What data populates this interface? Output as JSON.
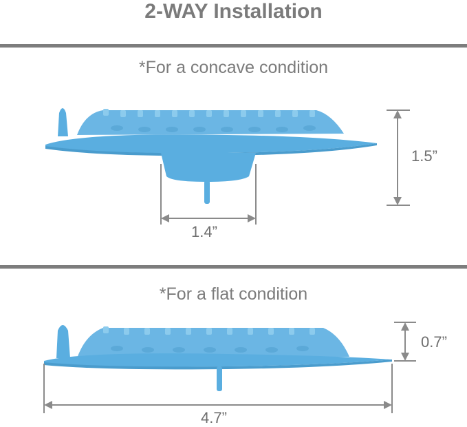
{
  "header": {
    "title": "2-WAY Installation"
  },
  "sections": [
    {
      "caption": "*For a concave condition",
      "dimensions": {
        "height": "1.5”",
        "stem_width": "1.4”"
      }
    },
    {
      "caption": "*For a flat condition",
      "dimensions": {
        "height": "0.7”",
        "width": "4.7”"
      }
    }
  ],
  "colors": {
    "accent": "#6ab3df",
    "accent_dark": "#4e97c6",
    "text": "#7b7b7b",
    "line": "#8a8a8a"
  }
}
